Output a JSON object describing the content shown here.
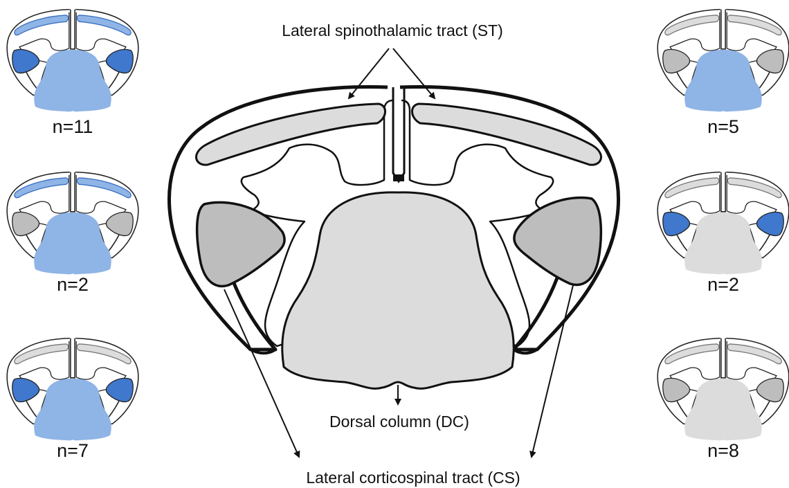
{
  "labels": {
    "st": "Lateral spinothalamic tract (ST)",
    "dc": "Dorsal column (DC)",
    "cs": "Lateral corticospinal tract (CS)"
  },
  "colors": {
    "highlight": "#5b8ed6",
    "highlight_dark": "#3f78cc",
    "light_blue": "#8fb4e6",
    "grey_dark": "#bdbdbd",
    "grey_light": "#dcdcdc",
    "outline": "#111111"
  },
  "variants": [
    {
      "count": "n=11",
      "dc": "blue",
      "st": "blue",
      "cs": "blue"
    },
    {
      "count": "n=2",
      "dc": "blue",
      "st": "blue",
      "cs": "grey"
    },
    {
      "count": "n=7",
      "dc": "blue",
      "st": "grey",
      "cs": "blue"
    },
    {
      "count": "n=5",
      "dc": "blue",
      "st": "grey",
      "cs": "grey"
    },
    {
      "count": "n=2",
      "dc": "grey",
      "st": "grey",
      "cs": "blue"
    },
    {
      "count": "n=8",
      "dc": "grey",
      "st": "grey",
      "cs": "grey"
    }
  ]
}
